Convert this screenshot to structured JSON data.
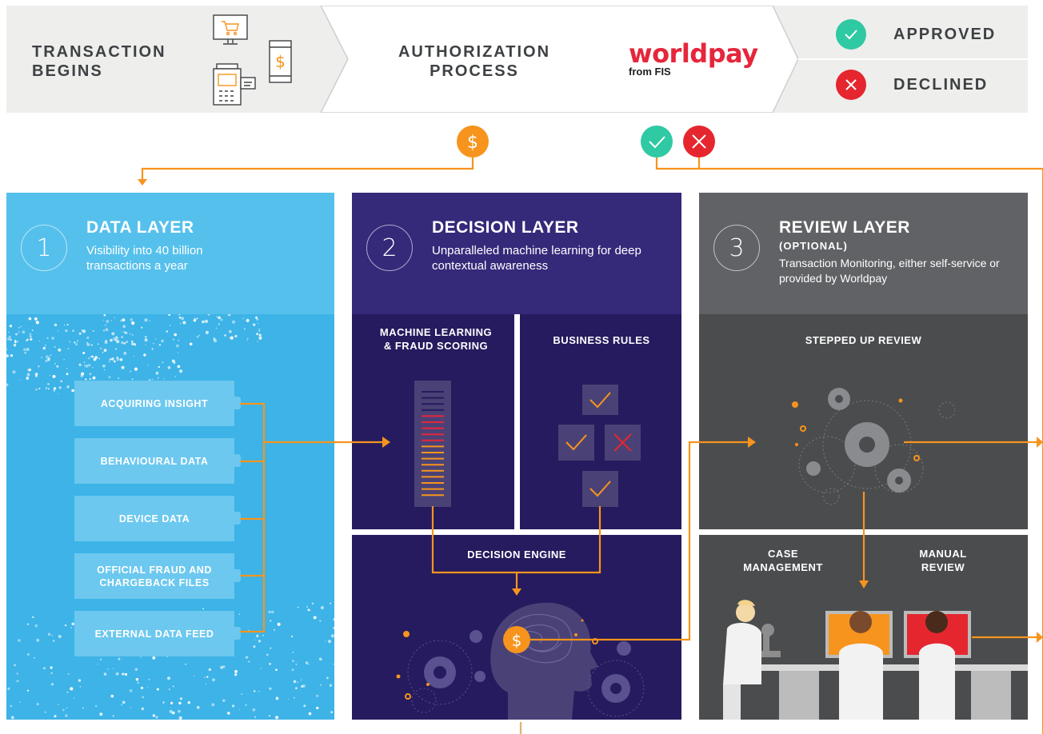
{
  "banner": {
    "start_title": "TRANSACTION\nBEGINS",
    "auth_title": "AUTHORIZATION\nPROCESS",
    "logo_main": "worldpay",
    "logo_sub": "from FIS",
    "approved": "APPROVED",
    "declined": "DECLINED"
  },
  "data_layer": {
    "number": "1",
    "title": "DATA LAYER",
    "subtitle": "Visibility into 40 billion transactions a year",
    "items": [
      "ACQUIRING INSIGHT",
      "BEHAVIOURAL DATA",
      "DEVICE DATA",
      "OFFICIAL FRAUD AND CHARGEBACK FILES",
      "EXTERNAL DATA FEED"
    ]
  },
  "decision_layer": {
    "number": "2",
    "title": "DECISION LAYER",
    "subtitle": "Unparalleled machine learning for deep contextual awareness",
    "ml_label": "MACHINE LEARNING\n& FRAUD SCORING",
    "rules_label": "BUSINESS RULES",
    "engine_label": "DECISION ENGINE"
  },
  "review_layer": {
    "number": "3",
    "title": "REVIEW LAYER",
    "optional": "(OPTIONAL)",
    "subtitle": "Transaction Monitoring, either self-service or provided by Worldpay",
    "stepped_label": "STEPPED UP REVIEW",
    "case_label": "CASE\nMANAGEMENT",
    "manual_label": "MANUAL\nREVIEW"
  },
  "colors": {
    "orange": "#f7941d",
    "green": "#2fc9a3",
    "red": "#e5262e",
    "data_blue": "#3db3e7",
    "decision_navy": "#251b5e",
    "review_gray": "#4b4c4e"
  },
  "icons": [
    "shopping-cart-icon",
    "mobile-dollar-icon",
    "pos-terminal-icon",
    "dollar-coin-icon",
    "check-icon",
    "cross-icon",
    "gear-icon",
    "brain-icon",
    "microscope-icon",
    "monitor-icon"
  ]
}
